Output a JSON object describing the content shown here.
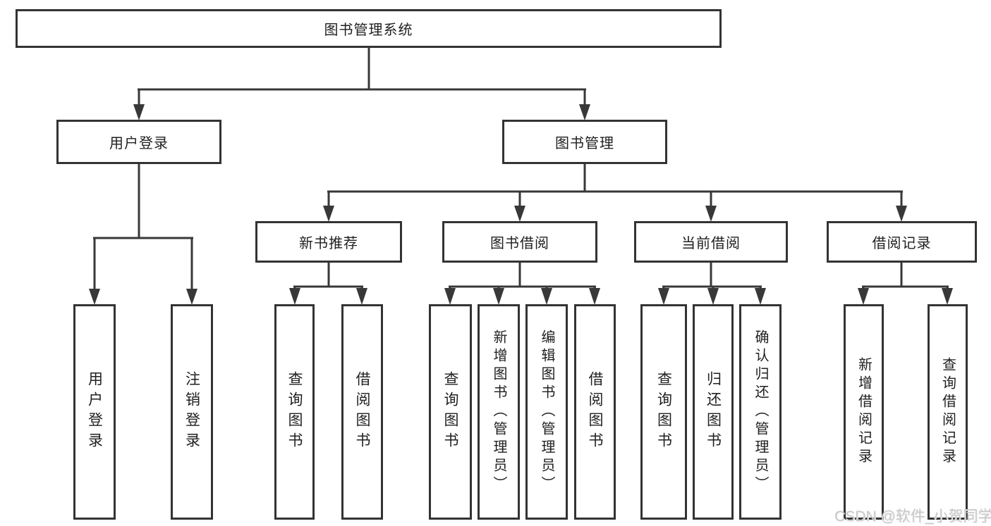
{
  "diagram": {
    "root": {
      "label": "图书管理系统",
      "children": [
        {
          "label": "用户登录",
          "children": [
            {
              "label": "用户登录"
            },
            {
              "label": "注销登录"
            }
          ]
        },
        {
          "label": "图书管理",
          "children": [
            {
              "label": "新书推荐",
              "children": [
                {
                  "label": "查询图书"
                },
                {
                  "label": "借阅图书"
                }
              ]
            },
            {
              "label": "图书借阅",
              "children": [
                {
                  "label": "查询图书"
                },
                {
                  "label": "新增图书（管理员）"
                },
                {
                  "label": "编辑图书（管理员）"
                },
                {
                  "label": "借阅图书"
                }
              ]
            },
            {
              "label": "当前借阅",
              "children": [
                {
                  "label": "查询图书"
                },
                {
                  "label": "归还图书"
                },
                {
                  "label": "确认归还（管理员）"
                }
              ]
            },
            {
              "label": "借阅记录",
              "children": [
                {
                  "label": "新增借阅记录"
                },
                {
                  "label": "查询借阅记录"
                }
              ]
            }
          ]
        }
      ]
    }
  },
  "watermark": {
    "text": "CSDN @软件_小贺同学"
  },
  "colors": {
    "line": "#383838",
    "box_border": "#333333",
    "text": "#1f1f1f",
    "watermark": "#c9c9c9",
    "background": "#ffffff"
  }
}
